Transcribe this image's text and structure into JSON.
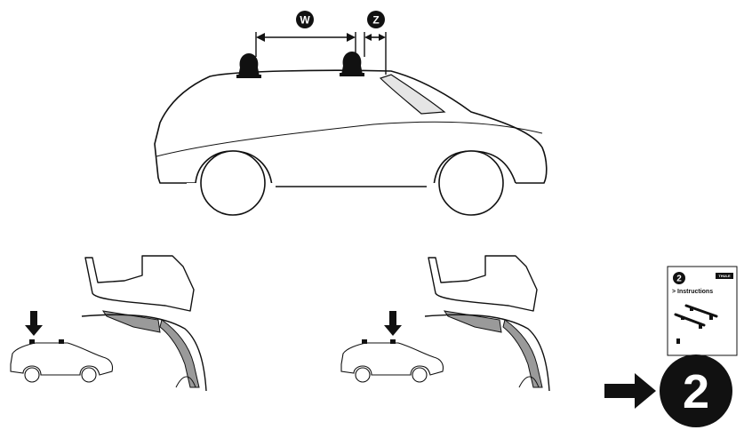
{
  "dimensions": {
    "w_label": "W",
    "z_label": "Z"
  },
  "booklet": {
    "step_number": "2",
    "title": "> Instructions",
    "brand": "THULE"
  },
  "next_step": {
    "number": "2"
  },
  "colors": {
    "ink": "#111111",
    "grey_fill": "#9a9a9a",
    "light_fill": "#e5e5e5",
    "white": "#ffffff"
  }
}
